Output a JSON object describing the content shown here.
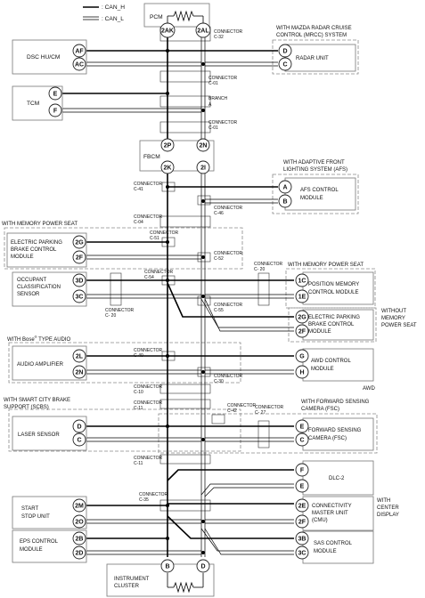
{
  "legend": {
    "can_h": ": CAN_H",
    "can_l": ": CAN_L"
  },
  "units": {
    "pcm": "PCM",
    "fbcm": "FBCM",
    "instrument_cluster": "INSTRUMENT\nCLUSTER",
    "dsc": "DSC HU/CM",
    "tcm": "TCM",
    "epb_left": "ELECTRIC PARKING\nBRAKE CONTROL\nMODULE",
    "occupant": "OCCUPANT\nCLASSIFICATION\nSENSOR",
    "audio": "AUDIO AMPLIFIER",
    "laser": "LASER SENSOR",
    "start_stop": "START\nSTOP UNIT",
    "eps": "EPS CONTROL\nMODULE",
    "radar": "RADAR UNIT",
    "afs": "AFS CONTROL\nMODULE",
    "position_memory": "POSITION MEMORY\nCONTROL MODULE",
    "epb_right": "ELECTRIC PARKING\nBRAKE CONTROL\nMODULE",
    "awd": "AWD CONTROL\nMODULE",
    "fsc": "FORWARD SENSING\nCAMERA (FSC)",
    "dlc": "DLC-2",
    "cmu": "CONNECTIVITY\nMASTER UNIT\n(CMU)",
    "sas": "SAS CONTROL\nMODULE"
  },
  "group_labels": {
    "mrcc": "WITH MAZDA RADAR CRUISE\nCONTROL (MRCC) SYSTEM",
    "afs": "WITH ADAPTIVE FRONT\nLIGHTING SYSTEM (AFS)",
    "memory_left": "WITH MEMORY POWER SEAT",
    "memory_right": "WITH MEMORY POWER SEAT",
    "without_memory": "WITHOUT\nMEMORY\nPOWER SEAT",
    "bose": "WITH Bose",
    "bose_sup": "®",
    "bose_tail": " TYPE AUDIO",
    "awd": "AWD",
    "scbs": "WITH SMART CITY BRAKE\nSUPPORT (SCBS)",
    "fsc": "WITH FORWARD SENSING\nCAMERA (FSC)",
    "center_display": "WITH\nCENTER\nDISPLAY",
    "branch": "BRANCH\nA"
  },
  "connectors": {
    "c32": "CONNECTOR\nC-32",
    "c01a": "CONNECTOR\nC-01",
    "c01b": "CONNECTOR\nC-01",
    "c41": "CONNECTOR\nC-41",
    "c46": "CONNECTOR\nC-46",
    "c04": "CONNECTOR\nC-04",
    "c51": "CONNECTOR\nC-51",
    "c52": "CONNECTOR\nC-52",
    "c54": "CONNECTOR\nC-54",
    "c20a": "CONNECTOR\nC- 20",
    "c20b": "CONNECTOR\nC- 20",
    "c55": "CONNECTOR\nC-55",
    "c40": "CONNECTOR\nC-40",
    "c30": "CONNECTOR\nC-30",
    "c10": "CONNECTOR\nC-10",
    "c11a": "CONNECTOR\nC-11",
    "c42": "CONNECTOR\nC-42",
    "c27": "CONNECTOR\nC- 27",
    "c11b": "CONNECTOR\nC-11",
    "c35": "CONNECTOR\nC-35"
  },
  "pins": {
    "pcm_2ak": "2AK",
    "pcm_2al": "2AL",
    "fbcm_2p": "2P",
    "fbcm_2n": "2N",
    "fbcm_2k": "2K",
    "fbcm_2i": "2I",
    "ic_b": "B",
    "ic_d": "D",
    "dsc_af": "AF",
    "dsc_ac": "AC",
    "tcm_e": "E",
    "tcm_f": "F",
    "epb_2g": "2G",
    "epb_2f": "2F",
    "occ_3d": "3D",
    "occ_3c": "3C",
    "aud_2l": "2L",
    "aud_2n": "2N",
    "las_d": "D",
    "las_c": "C",
    "ss_2m": "2M",
    "ss_2o": "2O",
    "eps_2b": "2B",
    "eps_2d": "2D",
    "rad_d": "D",
    "rad_c": "C",
    "afs_a": "A",
    "afs_b": "B",
    "pm_1c": "1C",
    "pm_1e": "1E",
    "epbr_2g": "2G",
    "epbr_2f": "2F",
    "awd_g": "G",
    "awd_h": "H",
    "fsc_e": "E",
    "fsc_c": "C",
    "dlc_f": "F",
    "dlc_e": "E",
    "cmu_2e": "2E",
    "cmu_2f": "2F",
    "sas_3b": "3B",
    "sas_3c": "3C"
  }
}
